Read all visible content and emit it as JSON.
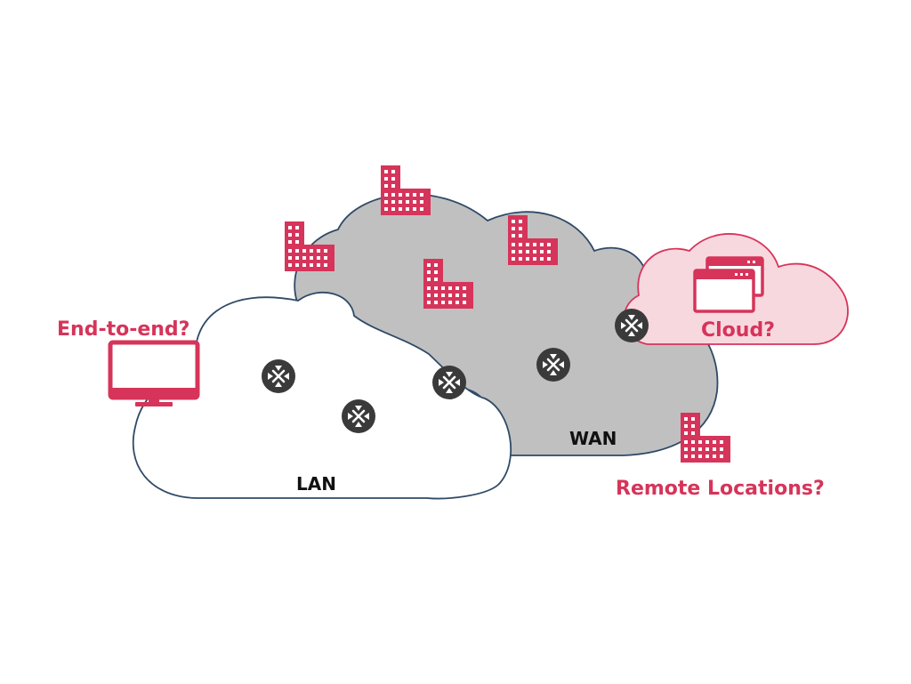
{
  "labels": {
    "end_to_end": "End-to-end?",
    "cloud": "Cloud?",
    "remote": "Remote Locations?",
    "lan": "LAN",
    "wan": "WAN"
  },
  "colors": {
    "accent": "#d6345a",
    "cloud_fill": "#f8d8df",
    "wan_fill": "#c0c0c0",
    "outline": "#2f4a66",
    "router": "#3a3a3a"
  },
  "icons": {
    "building": "building-icon",
    "router": "router-icon",
    "monitor": "monitor-icon",
    "windows": "app-windows-icon"
  }
}
